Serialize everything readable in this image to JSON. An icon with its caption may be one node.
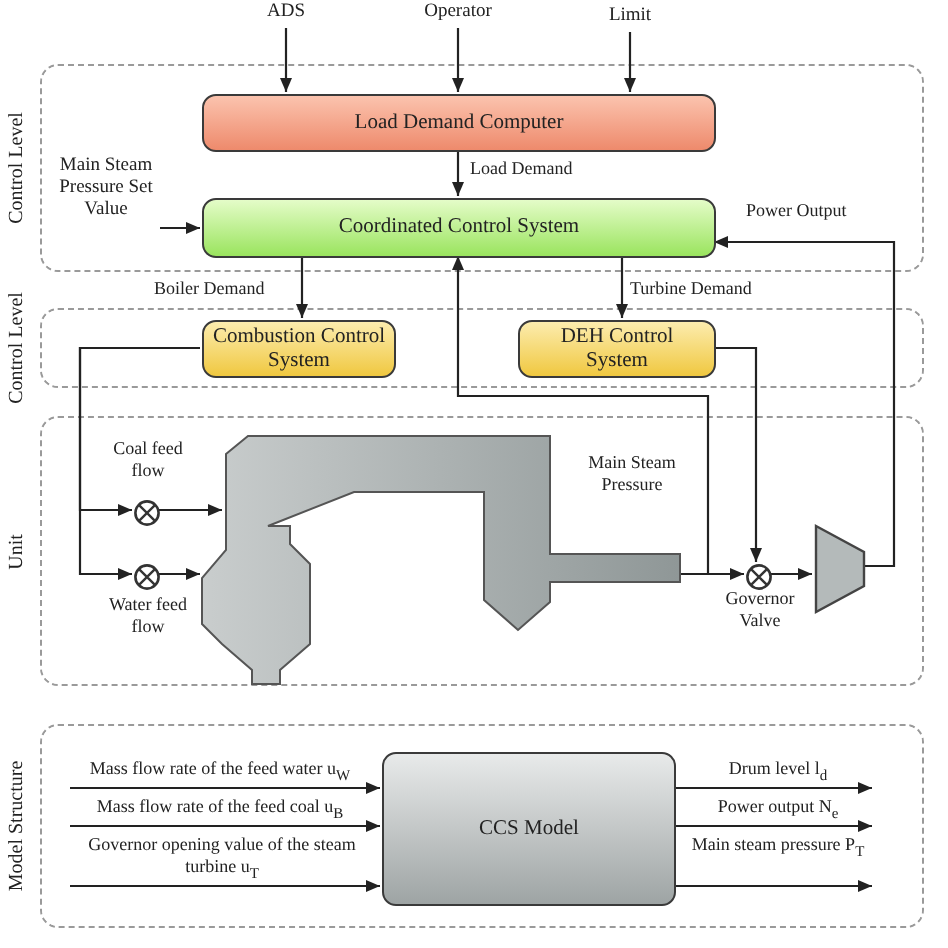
{
  "diagram": {
    "nodes": [
      {
        "text": [
          "ADS"
        ]
      },
      {
        "text": [
          "Operator"
        ]
      },
      {
        "text": [
          "Limit"
        ]
      },
      {
        "text": [
          "Control Level"
        ]
      },
      {
        "text": [
          "Load Demand Computer"
        ],
        "in": 3
      },
      {
        "text": [
          "Main Steam Pressure Set Value"
        ],
        "in": 3
      },
      {
        "text": [
          "Coordinated Control System"
        ],
        "in": 3
      },
      {
        "text": [
          "Control Level"
        ]
      },
      {
        "text": [
          "Combustion Control System"
        ],
        "in": 7
      },
      {
        "text": [
          "DEH Control System"
        ],
        "in": 7
      },
      {
        "text": [
          "Unit"
        ]
      },
      {
        "text": [],
        "shape": "circle",
        "in": 10,
        "beside": [
          "Coal feed flow"
        ]
      },
      {
        "text": [],
        "shape": "circle",
        "in": 10,
        "beside": [
          "Water feed flow"
        ]
      },
      {
        "text": [],
        "shape": "picture",
        "in": 10
      },
      {
        "text": [],
        "shape": "circle",
        "in": 10,
        "beside": [
          "Governor Valve"
        ]
      },
      {
        "text": [],
        "shape": "trapezium",
        "in": 10
      },
      {
        "text": [
          "Model Structure"
        ]
      },
      {
        "text": [
          "CCS Model"
        ],
        "in": 16
      }
    ],
    "edges": [
      {
        "from": 0,
        "to": 4,
        "arrow": "to"
      },
      {
        "from": 1,
        "to": 4,
        "arrow": "to"
      },
      {
        "from": 2,
        "to": 4,
        "arrow": "to"
      },
      {
        "from": 4,
        "to": 6,
        "arrow": "to",
        "label": "Load Demand"
      },
      {
        "from": 5,
        "to": 6,
        "arrow": "to"
      },
      {
        "from": 6,
        "to": 8,
        "arrow": "to",
        "label": "Boiler Demand"
      },
      {
        "from": 6,
        "to": 9,
        "arrow": "to",
        "label": "Turbine Demand"
      },
      {
        "from": 8,
        "to": 11,
        "arrow": "to"
      },
      {
        "from": 8,
        "to": 12,
        "arrow": "to"
      },
      {
        "from": 9,
        "to": 14,
        "arrow": "to"
      },
      {
        "from": 11,
        "to": 13,
        "arrow": "to"
      },
      {
        "from": 12,
        "to": 13,
        "arrow": "to"
      },
      {
        "from": 13,
        "to": 14,
        "arrow": "to"
      },
      {
        "from": 13,
        "to": 6,
        "arrow": "to",
        "label": "Main Steam Pressure"
      },
      {
        "from": 14,
        "to": 15,
        "arrow": "to"
      },
      {
        "from": 15,
        "to": 6,
        "arrow": "to",
        "label": "Power Output"
      },
      {
        "from": null,
        "to": 17,
        "arrow": "to",
        "label": "Mass flow rate of the feed water u$_{W}$"
      },
      {
        "from": null,
        "to": 17,
        "arrow": "to",
        "label": "Mass flow rate of the feed coal u$_{B}$"
      },
      {
        "from": null,
        "to": 17,
        "arrow": "to",
        "label": "Governor opening value of the steam turbine u$_{T}$"
      },
      {
        "from": 17,
        "to": null,
        "arrow": "to",
        "label": "Drum level l$_{d}$"
      },
      {
        "from": 17,
        "to": null,
        "arrow": "to",
        "label": "Power output N$_{e}$"
      },
      {
        "from": 17,
        "to": null,
        "arrow": "to",
        "label": "Main steam pressure P$_{T}$"
      }
    ]
  }
}
